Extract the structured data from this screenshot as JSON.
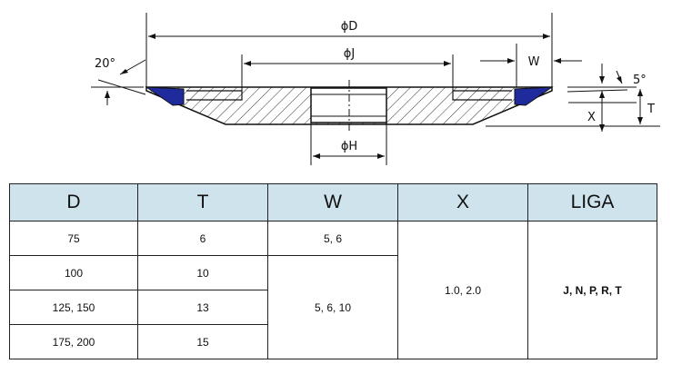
{
  "drawing": {
    "dimensions": {
      "D": "ϕD",
      "J": "ϕJ",
      "H": "ϕH",
      "W": "W",
      "X": "X",
      "T": "T"
    },
    "angles": {
      "left": "20°",
      "right": "5°"
    },
    "colors": {
      "abrasive": "#1f2a9c",
      "hatch": "#333333",
      "line": "#111111"
    }
  },
  "table": {
    "header_bg": "#cfe3ec",
    "headers": [
      "D",
      "T",
      "W",
      "X",
      "LIGA"
    ],
    "rows": [
      {
        "D": "75",
        "T": "6"
      },
      {
        "D": "100",
        "T": "10"
      },
      {
        "D": "125, 150",
        "T": "13"
      },
      {
        "D": "175, 200",
        "T": "15"
      }
    ],
    "W_groups": [
      "5, 6",
      "5, 6, 10"
    ],
    "X_value": "1.0, 2.0",
    "LIGA_value": "J, N, P, R, T"
  }
}
